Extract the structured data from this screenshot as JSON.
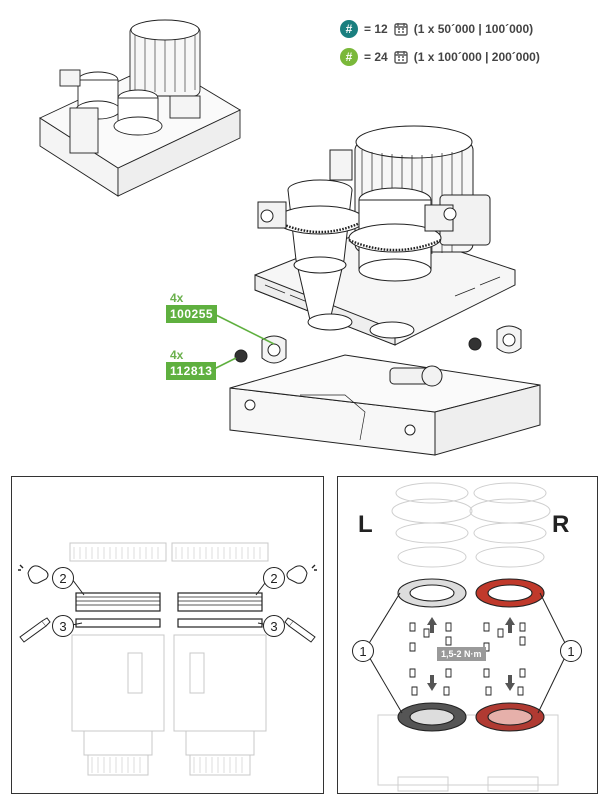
{
  "legend": {
    "rows": [
      {
        "badge": "#",
        "color": "#1a7f7f",
        "text": "= 12",
        "detail": "(1 x 50´000 | 100´000)"
      },
      {
        "badge": "#",
        "color": "#7ab83a",
        "text": "= 24",
        "detail": "(1 x 100´000 | 200´000)"
      }
    ]
  },
  "parts": [
    {
      "qty": "4x",
      "number": "100255"
    },
    {
      "qty": "4x",
      "number": "112813"
    }
  ],
  "left_panel": {
    "callouts": [
      "2",
      "3",
      "2",
      "3"
    ]
  },
  "right_panel": {
    "left_label": "L",
    "right_label": "R",
    "callouts": [
      "1",
      "1"
    ],
    "torque": "1,5-2 N·m"
  }
}
